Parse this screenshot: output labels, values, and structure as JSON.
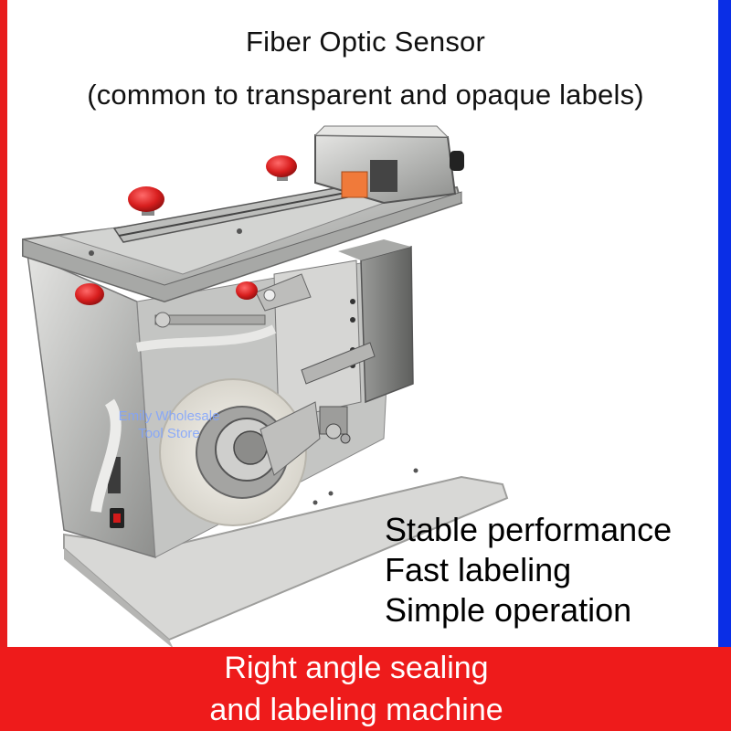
{
  "header": {
    "line1": "Fiber Optic Sensor",
    "line2": "(common to transparent and opaque labels)"
  },
  "features": [
    "Stable performance",
    "Fast labeling",
    "Simple operation"
  ],
  "banner": {
    "line1": "Right angle sealing",
    "line2": "and labeling machine"
  },
  "watermark": {
    "line1": "Emily Wholesale",
    "line2": "Tool Store"
  },
  "colors": {
    "banner": "#ee1b1b",
    "left_edge": "#e81c1c",
    "right_edge": "#0a2ee6",
    "knob": "#d81e1e"
  }
}
